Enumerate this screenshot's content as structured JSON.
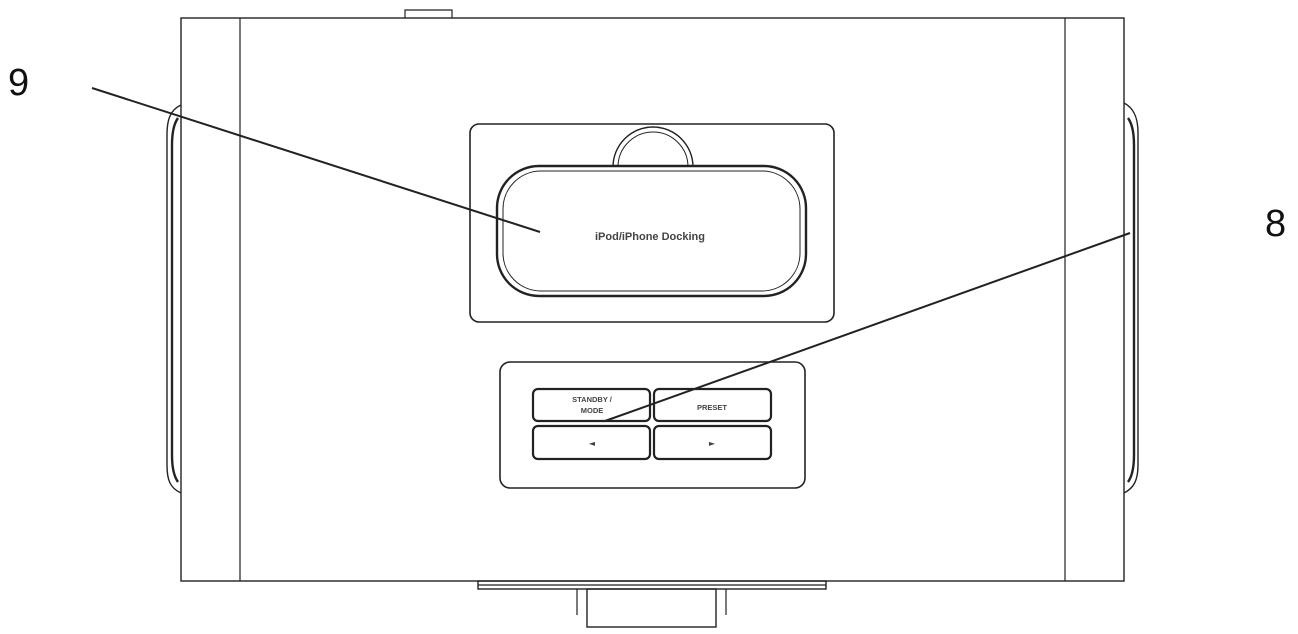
{
  "callouts": {
    "nine": "9",
    "eight": "8"
  },
  "dock": {
    "label": "iPod/iPhone Docking"
  },
  "buttons": {
    "standby_line1": "STANDBY /",
    "standby_line2": "MODE",
    "preset": "PRESET",
    "left_arrow": "◄",
    "right_arrow": "►"
  },
  "colors": {
    "line": "#222222",
    "label": "#444444",
    "background": "#ffffff"
  },
  "icons": {
    "left_arrow": "left-arrow-icon",
    "right_arrow": "right-arrow-icon"
  }
}
